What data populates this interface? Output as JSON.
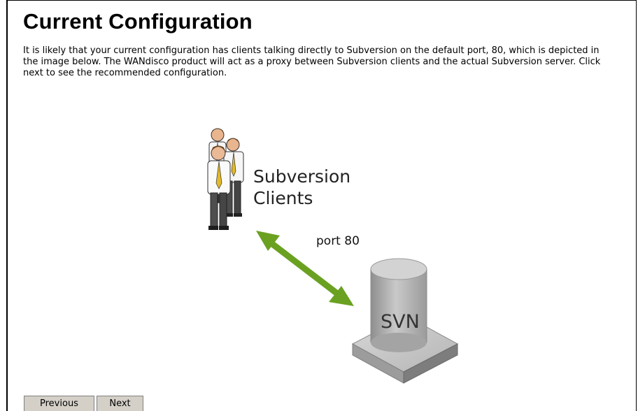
{
  "page": {
    "title": "Current Configuration",
    "description": "It is likely that your current configuration has clients talking directly to Subversion on the default port, 80, which is depicted in the image below. The WANdisco product will act as a proxy between Subversion clients and the actual Subversion server. Click next to see the recommended configuration."
  },
  "diagram": {
    "clients_label_line1": "Subversion",
    "clients_label_line2": "Clients",
    "port_label": "port 80",
    "server_label": "SVN",
    "icons": [
      "people-group-icon",
      "double-arrow-icon",
      "database-cylinder-icon"
    ],
    "colors": {
      "arrow": "#6aa121",
      "server": "#b8b8b8",
      "tie": "#e1b92a"
    }
  },
  "nav": {
    "previous_label": "Previous",
    "next_label": "Next"
  }
}
